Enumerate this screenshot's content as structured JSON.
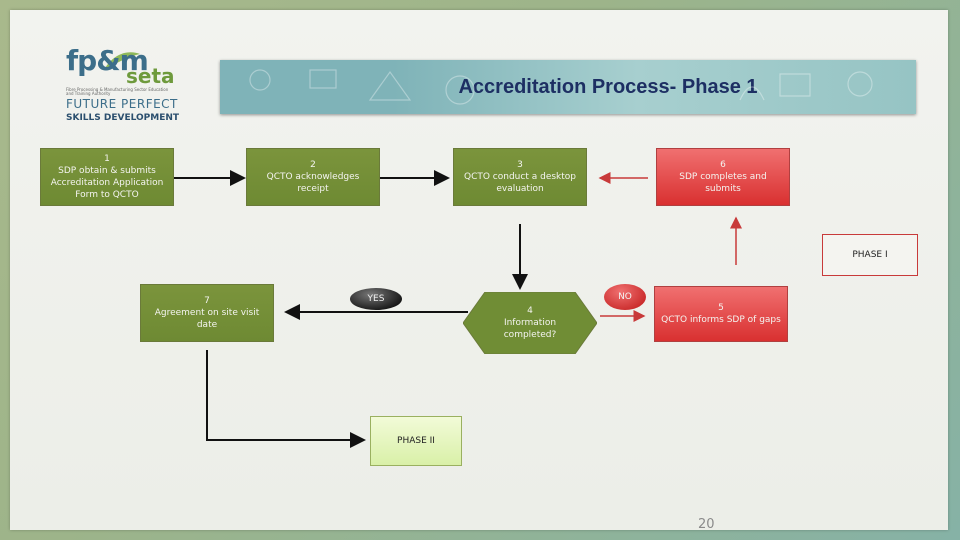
{
  "logo": {
    "fpm": "fp&m",
    "seta": "seta",
    "tagline": "Fibre Processing & Manufacturing Sector Education and Training Authority",
    "future_perfect": "FUTURE PERFECT",
    "skills": "SKILLS DEVELOPMENT"
  },
  "title": "Accreditation Process- Phase 1",
  "steps": {
    "s1": {
      "num": "1",
      "text": "SDP obtain & submits Accreditation Application Form to QCTO"
    },
    "s2": {
      "num": "2",
      "text": "QCTO acknowledges receipt"
    },
    "s3": {
      "num": "3",
      "text": "QCTO conduct a desktop evaluation"
    },
    "s6": {
      "num": "6",
      "text": "SDP completes and submits"
    },
    "phase1": {
      "text": "PHASE I"
    },
    "s7": {
      "num": "7",
      "text": "Agreement on site visit date"
    },
    "s4": {
      "num": "4",
      "text": "Information completed?"
    },
    "s5": {
      "num": "5",
      "text": "QCTO informs SDP of gaps"
    },
    "phase2": {
      "text": "PHASE II"
    }
  },
  "labels": {
    "yes": "YES",
    "no": "NO"
  },
  "page_number": "20",
  "colors": {
    "green_box": "#7b943c",
    "red_box": "#e04646",
    "title_text": "#1d2f63",
    "banner": "#8fc0c2",
    "phase2_box": "#e3f5b8"
  }
}
